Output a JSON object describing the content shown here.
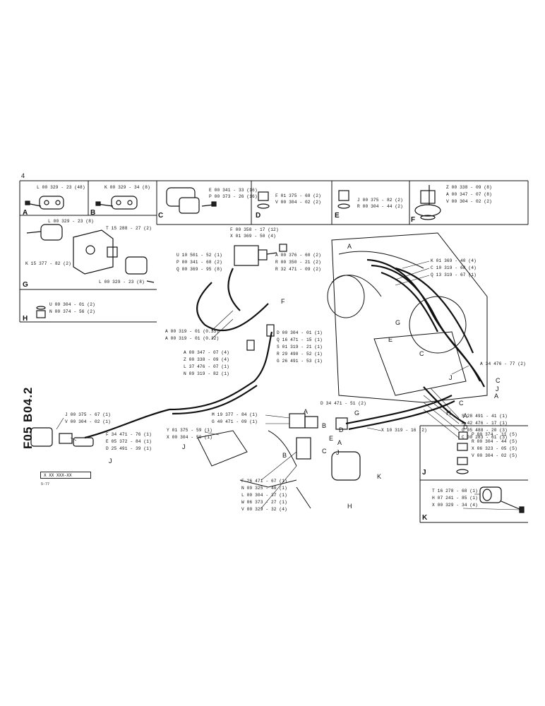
{
  "drawing": {
    "sheet_code": "F05 B04.2",
    "reference": "X XX XXX-XX",
    "date": "5-77",
    "sheet_number": "4"
  },
  "panels": {
    "A": {
      "letter": "A",
      "parts": [
        "L 00 329 - 23 (48)"
      ]
    },
    "B": {
      "letter": "B",
      "parts": [
        "K 00 329 - 34 (8)"
      ]
    },
    "C": {
      "letter": "C",
      "parts": [
        "E 00 341 - 33 (16)",
        "P 00 373 - 26 (16)"
      ]
    },
    "D": {
      "letter": "D",
      "parts": [
        "F 01 375 - 68 (2)",
        "V 00 304 - 02 (2)"
      ]
    },
    "E": {
      "letter": "E",
      "parts": [
        "J 00 375 - 82 (2)",
        "R 00 304 - 44 (2)"
      ]
    },
    "F": {
      "letter": "F",
      "parts": [
        "Z 00 338 - 09 (8)",
        "A 00 347 - 07 (8)",
        "V 00 304 - 02 (2)"
      ]
    },
    "G": {
      "letter": "G",
      "parts": [
        "L 00 329 - 23 (8)",
        "T 15 288 - 27 (2)",
        "K 15 377 - 82 (2)",
        "L 00 329 - 23 (8)"
      ]
    },
    "H": {
      "letter": "H",
      "parts": [
        "U 00 304 - 01 (2)",
        "N 00 374 - 56 (2)"
      ]
    },
    "J": {
      "letter": "J",
      "parts": [
        "P 00 374 - 11 (5)",
        "R 00 304 - 44 (5)",
        "X 06 323 - 05 (5)",
        "V 00 304 - 02 (5)"
      ]
    },
    "K": {
      "letter": "K",
      "parts": [
        "T 16 278 - 68 (1)",
        "H 07 241 - 85 (1)",
        "X 00 329 - 34 (4)"
      ]
    }
  },
  "main_labels": {
    "top_center": [
      "F 00 358 - 17 (12)",
      "X 01 369 - 50 (4)"
    ],
    "valve_left": [
      "U 10 501 - 52 (1)",
      "P 00 341 - 68 (2)",
      "Q 00 369 - 95 (8)"
    ],
    "valve_right": [
      "A 00 376 - 60 (2)",
      "R 00 350 - 21 (2)",
      "R 32 471 - 09 (2)"
    ],
    "hose_left": [
      "A 00 319 - 01 (0.35)",
      "A 00 319 - 01 (0.32)"
    ],
    "fitting_center": [
      "D 00 304 - 01 (1)",
      "Q 16 471 - 15 (1)",
      "S 01 319 - 21 (1)",
      "R 29 490 - 52 (1)",
      "G 26 491 - 53 (1)"
    ],
    "bolt_group": [
      "A 00 347 - 07 (4)",
      "Z 00 338 - 09 (4)",
      "L 37 476 - 07 (1)",
      "N 09 319 - 82 (1)"
    ],
    "tank_right": [
      "K 01 369 - 40 (4)",
      "C 10 319 - 68 (4)",
      "Q 13 319 - 67 (1)"
    ],
    "right_hose": [
      "A 34 476 - 77 (2)"
    ],
    "right_group": [
      "S 28 491 - 41 (1)",
      "A 42 476 - 17 (1)",
      "G 05 488 - 20 (3)",
      "C 00 283 - 61 (3)"
    ],
    "hose_lower": [
      "D 34 471 - 51 (2)",
      "X 10 319 - 16 (2)"
    ],
    "center_lower": [
      "M 19 377 - 84 (1)",
      "G 40 471 - 09 (1)"
    ],
    "left_fitting": [
      "J 00 375 - 67 (1)",
      "V 00 304 - 02 (1)"
    ],
    "left_bolts": [
      "F 34 471 - 76 (1)",
      "E 05 372 - 84 (1)",
      "D 25 491 - 39 (1)"
    ],
    "y_group": [
      "Y 01 375 - 59 (1)",
      "X 00 304 - 50 (1)"
    ],
    "bottom_group": [
      "F 26 471 - 67 (1)",
      "N 09 325 - 40 (1)",
      "L 00 304 - 37 (1)",
      "W 06 373 - 27 (1)",
      "V 00 329 - 32 (4)"
    ]
  }
}
